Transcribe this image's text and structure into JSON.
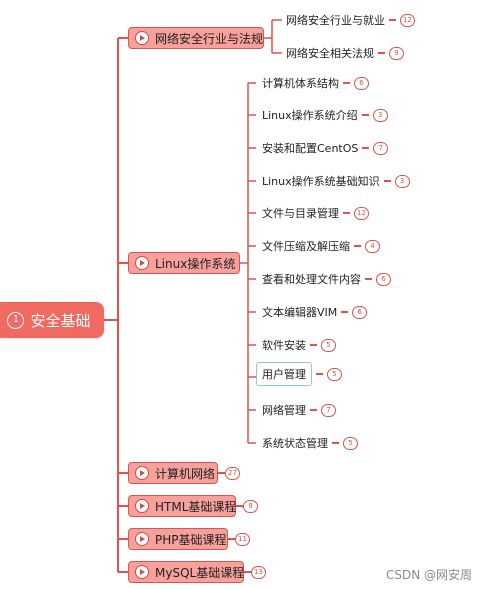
{
  "root": {
    "number": "1",
    "label": "安全基础"
  },
  "branches": [
    {
      "id": "industry",
      "label": "网络安全行业与法规",
      "children": [
        {
          "label": "网络安全行业与就业",
          "count": "12"
        },
        {
          "label": "网络安全相关法规",
          "count": "9"
        }
      ]
    },
    {
      "id": "linux",
      "label": "Linux操作系统",
      "children": [
        {
          "label": "计算机体系结构",
          "count": "6"
        },
        {
          "label": "Linux操作系统介绍",
          "count": "3"
        },
        {
          "label": "安装和配置CentOS",
          "count": "7"
        },
        {
          "label": "Linux操作系统基础知识",
          "count": "3"
        },
        {
          "label": "文件与目录管理",
          "count": "12"
        },
        {
          "label": "文件压缩及解压缩",
          "count": "4"
        },
        {
          "label": "查看和处理文件内容",
          "count": "6"
        },
        {
          "label": "文本编辑器VIM",
          "count": "6"
        },
        {
          "label": "软件安装",
          "count": "5"
        },
        {
          "label": "用户管理",
          "count": "5",
          "selected": true
        },
        {
          "label": "网络管理",
          "count": "7"
        },
        {
          "label": "系统状态管理",
          "count": "5"
        }
      ]
    },
    {
      "id": "network",
      "label": "计算机网络",
      "count": "27"
    },
    {
      "id": "html",
      "label": "HTML基础课程",
      "count": "9"
    },
    {
      "id": "php",
      "label": "PHP基础课程",
      "count": "11"
    },
    {
      "id": "mysql",
      "label": "MySQL基础课程",
      "count": "13"
    }
  ],
  "colors": {
    "accent": "#e0524c",
    "root_fill": "#f06a62",
    "node_fill": "#f7a09c",
    "selection": "#8fc2ec"
  },
  "icons": {
    "branch": "play-circle-icon"
  },
  "watermark": "CSDN @网安周"
}
